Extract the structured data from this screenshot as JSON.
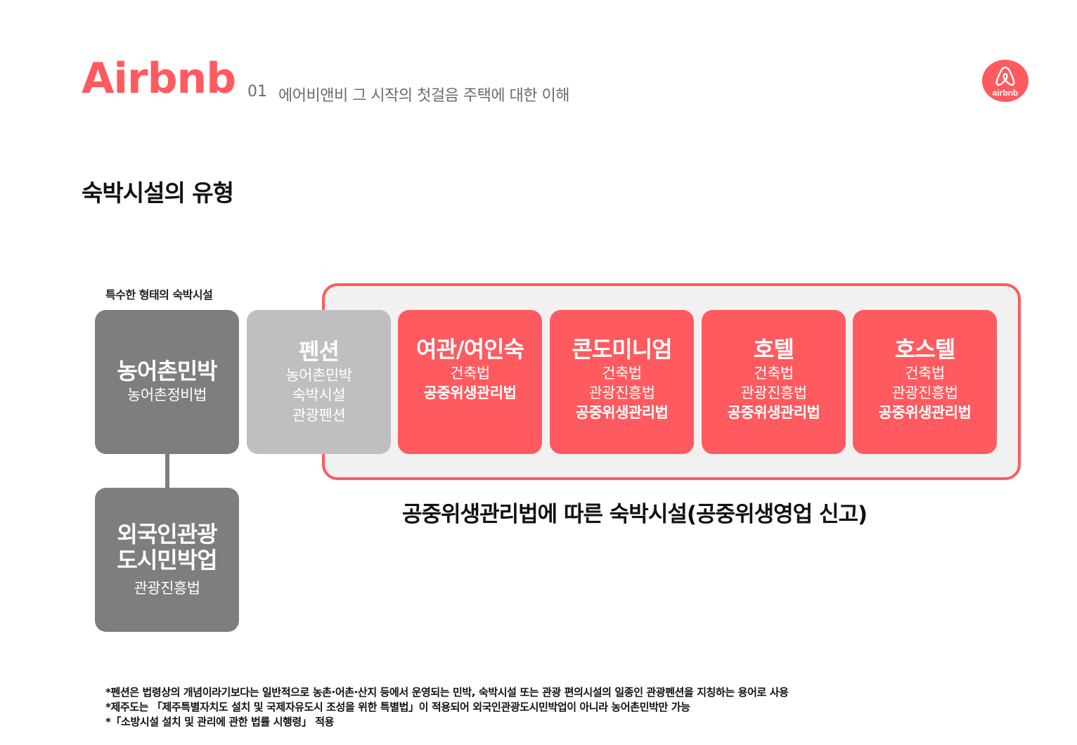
{
  "header": {
    "brand": "Airbnb",
    "section_number": "01",
    "section_title": "에어비앤비 그 시작의 첫걸음 주택에 대한 이해",
    "logo_text": "airbnb",
    "accent_color": "#FF5A5F"
  },
  "page_title": "숙박시설의 유형",
  "special_label": "특수한 형태의 숙박시설",
  "cards": {
    "farm_stay": {
      "title": "농어촌민박",
      "laws": [
        "농어촌정비법"
      ]
    },
    "foreign_stay": {
      "title_lines": [
        "외국인관광",
        "도시민박업"
      ],
      "laws": [
        "관광진흥법"
      ]
    },
    "pension": {
      "title": "펜션",
      "laws": [
        "농어촌민박",
        "숙박시설",
        "관광펜션"
      ]
    },
    "inn": {
      "title": "여관/여인숙",
      "laws": [
        "건축법",
        "공중위생관리법"
      ]
    },
    "condo": {
      "title": "콘도미니엄",
      "laws": [
        "건축법",
        "관광진흥법",
        "공중위생관리법"
      ]
    },
    "hotel": {
      "title": "호텔",
      "laws": [
        "건축법",
        "관광진흥법",
        "공중위생관리법"
      ]
    },
    "hostel": {
      "title": "호스텔",
      "laws": [
        "건축법",
        "관광진흥법",
        "공중위생관리법"
      ]
    }
  },
  "frame_caption": "공중위생관리법에 따른 숙박시설(공중위생영업 신고)",
  "notes": [
    "*펜션은 법령상의 개념이라기보다는 일반적으로 농촌·어촌·산지 등에서 운영되는 민박, 숙박시설 또는 관광 편의시설의 일종인 관광펜션을 지칭하는 용어로 사용",
    "*제주도는 「제주특별자치도 설치 및 국제자유도시 조성을 위한 특별법」이 적용되어 외국인관광도시민박업이 아니라 농어촌민박만 가능",
    "*「소방시설 설치 및 관리에 관한 법률 시행령」 적용"
  ],
  "colors": {
    "red": "#FF5A5F",
    "dark_gray": "#7e7e7e",
    "light_gray": "#bfbfbf",
    "frame_bg": "#f1f1f1"
  }
}
